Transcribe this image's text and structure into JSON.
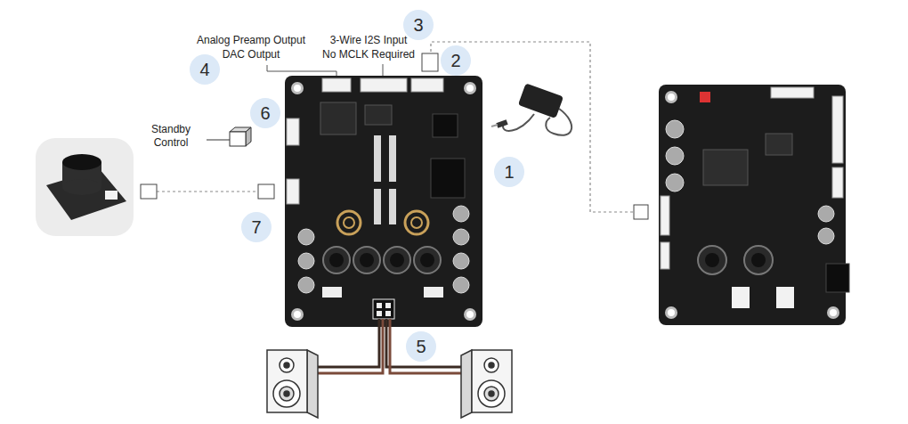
{
  "diagram": {
    "nodes": [
      {
        "text": [
          "1"
        ]
      },
      {
        "text": [
          "2"
        ]
      },
      {
        "text": [
          "3"
        ]
      },
      {
        "text": [
          "4"
        ]
      },
      {
        "text": [
          "5"
        ]
      },
      {
        "text": [
          "6"
        ]
      },
      {
        "text": [
          "7"
        ]
      }
    ],
    "labels": [
      "Analog Preamp Output",
      "DAC Output",
      "3-Wire I2S Input",
      "No MCLK Required",
      "Standby Control"
    ]
  }
}
